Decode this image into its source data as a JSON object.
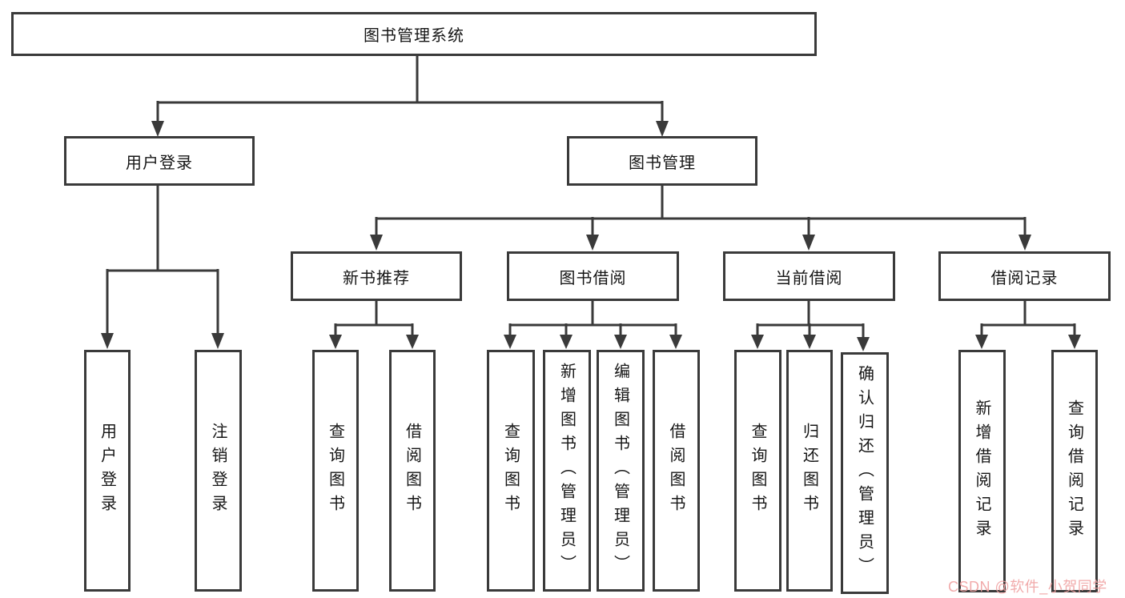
{
  "colors": {
    "line": "#3a3a3a",
    "box_border": "#3a3a3a",
    "text": "#161616",
    "watermark": "#f0a2a2",
    "background": "#ffffff"
  },
  "watermark": {
    "text": "CSDN @软件_小贺同学"
  },
  "tree": {
    "label": "图书管理系统",
    "children": [
      {
        "label": "用户登录",
        "children": [
          {
            "label": "用户登录"
          },
          {
            "label": "注销登录"
          }
        ]
      },
      {
        "label": "图书管理",
        "children": [
          {
            "label": "新书推荐",
            "children": [
              {
                "label": "查询图书"
              },
              {
                "label": "借阅图书"
              }
            ]
          },
          {
            "label": "图书借阅",
            "children": [
              {
                "label": "查询图书"
              },
              {
                "label": "新增图书（管理员）"
              },
              {
                "label": "编辑图书（管理员）"
              },
              {
                "label": "借阅图书"
              }
            ]
          },
          {
            "label": "当前借阅",
            "children": [
              {
                "label": "查询图书"
              },
              {
                "label": "归还图书"
              },
              {
                "label": "确认归还（管理员）"
              }
            ]
          },
          {
            "label": "借阅记录",
            "children": [
              {
                "label": "新增借阅记录"
              },
              {
                "label": "查询借阅记录"
              }
            ]
          }
        ]
      }
    ]
  }
}
